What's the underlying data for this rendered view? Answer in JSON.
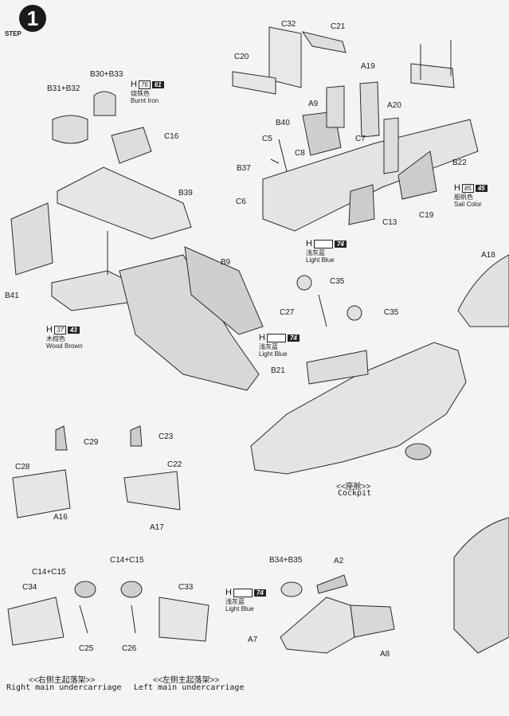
{
  "step": {
    "number": "1",
    "label": "STEP"
  },
  "parts": [
    {
      "id": "C32",
      "text": "C32"
    },
    {
      "id": "C21",
      "text": "C21"
    },
    {
      "id": "C20",
      "text": "C20"
    },
    {
      "id": "A19",
      "text": "A19"
    },
    {
      "id": "A9",
      "text": "A9"
    },
    {
      "id": "A20",
      "text": "A20"
    },
    {
      "id": "B40",
      "text": "B40"
    },
    {
      "id": "C5",
      "text": "C5"
    },
    {
      "id": "C7",
      "text": "C7"
    },
    {
      "id": "C8",
      "text": "C8"
    },
    {
      "id": "B37",
      "text": "B37"
    },
    {
      "id": "B22",
      "text": "B22"
    },
    {
      "id": "C6",
      "text": "C6"
    },
    {
      "id": "C13",
      "text": "C13"
    },
    {
      "id": "C19",
      "text": "C19"
    },
    {
      "id": "B30B33",
      "text": "B30+B33"
    },
    {
      "id": "B31B32",
      "text": "B31+B32"
    },
    {
      "id": "C16",
      "text": "C16"
    },
    {
      "id": "B39",
      "text": "B39"
    },
    {
      "id": "B9",
      "text": "B9"
    },
    {
      "id": "B41",
      "text": "B41"
    },
    {
      "id": "A18",
      "text": "A18"
    },
    {
      "id": "C35a",
      "text": "C35"
    },
    {
      "id": "C27",
      "text": "C27"
    },
    {
      "id": "C35b",
      "text": "C35"
    },
    {
      "id": "B21",
      "text": "B21"
    },
    {
      "id": "C29",
      "text": "C29"
    },
    {
      "id": "C23",
      "text": "C23"
    },
    {
      "id": "C28",
      "text": "C28"
    },
    {
      "id": "C22",
      "text": "C22"
    },
    {
      "id": "A16",
      "text": "A16"
    },
    {
      "id": "A17",
      "text": "A17"
    },
    {
      "id": "C14C15a",
      "text": "C14+C15"
    },
    {
      "id": "C14C15b",
      "text": "C14+C15"
    },
    {
      "id": "C34",
      "text": "C34"
    },
    {
      "id": "C33",
      "text": "C33"
    },
    {
      "id": "C25",
      "text": "C25"
    },
    {
      "id": "C26",
      "text": "C26"
    },
    {
      "id": "B34B35",
      "text": "B34+B35"
    },
    {
      "id": "A2",
      "text": "A2"
    },
    {
      "id": "A7",
      "text": "A7"
    },
    {
      "id": "A8",
      "text": "A8"
    }
  ],
  "paint_callouts": [
    {
      "id": "burnt",
      "h": "H",
      "num": "76",
      "code": "61",
      "cn": "烧铁色",
      "en": "Burnt Iron"
    },
    {
      "id": "sail",
      "h": "H",
      "num": "85",
      "code": "45",
      "cn": "船帆色",
      "en": "Sail Color"
    },
    {
      "id": "lb1",
      "h": "H",
      "num": "",
      "code": "74",
      "cn": "浅灰蓝",
      "en": "Light Blue"
    },
    {
      "id": "wood",
      "h": "H",
      "num": "37",
      "code": "43",
      "cn": "木棕色",
      "en": "Wood Brown"
    },
    {
      "id": "lb2",
      "h": "H",
      "num": "",
      "code": "74",
      "cn": "浅灰蓝",
      "en": "Light Blue"
    },
    {
      "id": "lb3",
      "h": "H",
      "num": "",
      "code": "74",
      "cn": "浅灰蓝",
      "en": "Light Blue"
    }
  ],
  "captions": {
    "cockpit_cn": "<<座舱>>",
    "cockpit_en": "Cockpit",
    "right_cn": "<<右侧主起落架>>",
    "right_en": "Right main undercarriage",
    "left_cn": "<<左侧主起落架>>",
    "left_en": "Left main undercarriage"
  }
}
